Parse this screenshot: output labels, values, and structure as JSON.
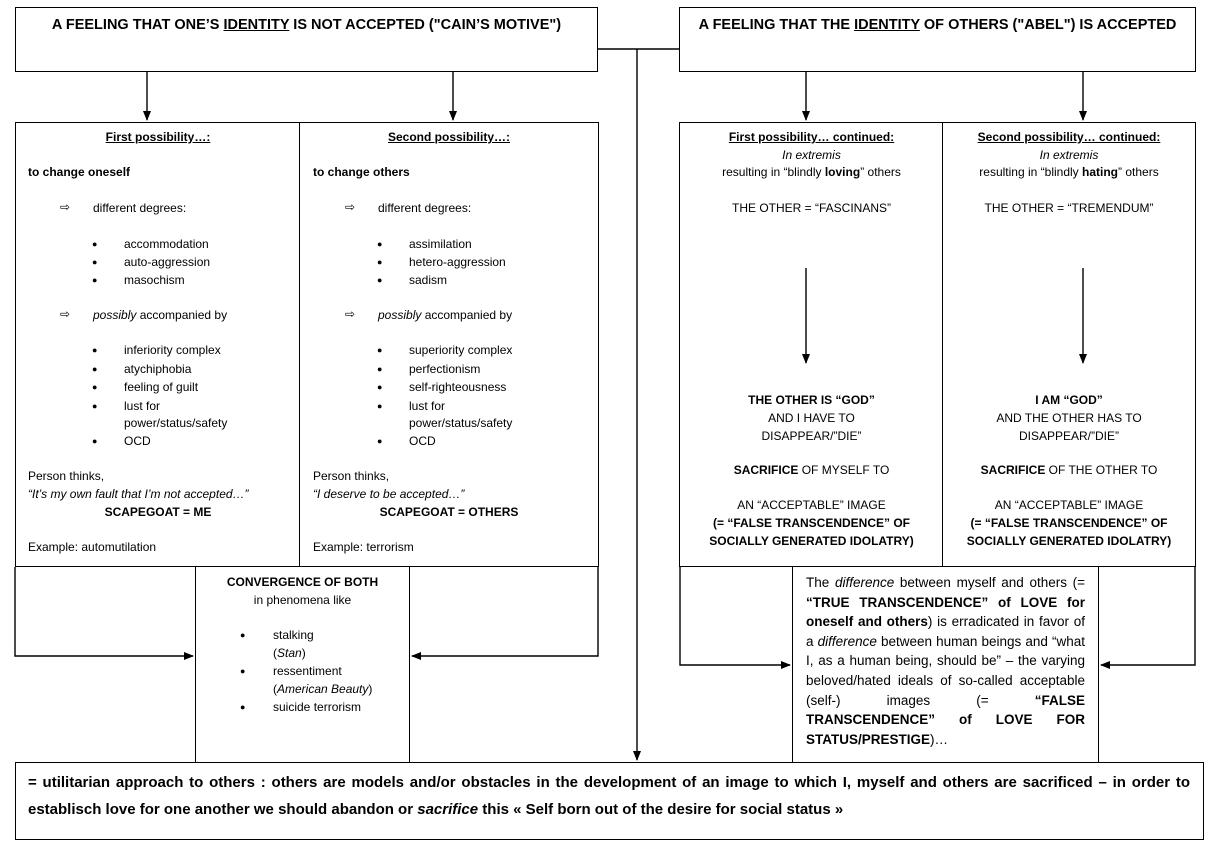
{
  "header_left": {
    "pre": "A FEELING THAT ONE’S ",
    "key": "IDENTITY",
    "post": " IS NOT ACCEPTED (\"CAIN’S MOTIVE\")"
  },
  "header_right": {
    "pre": "A FEELING THAT THE ",
    "key": "IDENTITY",
    "post": " OF OTHERS (\"ABEL\") IS ACCEPTED"
  },
  "first": {
    "heading": "First possibility…:",
    "goal": "to change oneself",
    "degrees_label": "different degrees:",
    "degrees": [
      "accommodation",
      "auto-aggression",
      "masochism"
    ],
    "acc_italic": "possibly",
    "acc_rest": " accompanied by",
    "accompanied": [
      "inferiority complex",
      "atychiphobia",
      "feeling of guilt",
      "lust for",
      "power/status/safety",
      "OCD"
    ],
    "thinks": "Person thinks,",
    "quote": "“It’s my own fault that I’m not accepted…”",
    "scapegoat": "SCAPEGOAT = ME",
    "example": "Example: automutilation"
  },
  "second": {
    "heading": "Second possibility…:",
    "goal": "to change others",
    "degrees_label": "different degrees:",
    "degrees": [
      "assimilation",
      "hetero-aggression",
      "sadism"
    ],
    "acc_italic": "possibly",
    "acc_rest": " accompanied by",
    "accompanied": [
      "superiority complex",
      "perfectionism",
      "self-righteousness",
      "lust for",
      "power/status/safety",
      "OCD"
    ],
    "thinks": "Person thinks,",
    "quote": "“I deserve to be accepted…”",
    "scapegoat": "SCAPEGOAT = OTHERS",
    "example": "Example: terrorism"
  },
  "first_cont": {
    "heading": "First possibility… continued:",
    "extremis": "In extremis",
    "res_pre": "resulting in “blindly ",
    "res_key": "loving",
    "res_post": "” others",
    "other": "THE OTHER = “FASCINANS”",
    "l1": "THE OTHER IS “GOD”",
    "l2": "AND I HAVE TO",
    "l3": "DISAPPEAR/”DIE”",
    "sac_key": "SACRIFICE",
    "sac_rest": " OF MYSELF TO",
    "img": "AN “ACCEPTABLE” IMAGE",
    "ft1": "(= “FALSE TRANSCENDENCE” OF",
    "ft2": "SOCIALLY GENERATED IDOLATRY)"
  },
  "second_cont": {
    "heading": "Second possibility… continued:",
    "extremis": "In extremis",
    "res_pre": "resulting in “blindly ",
    "res_key": "hating",
    "res_post": "” others",
    "other": "THE OTHER = “TREMENDUM”",
    "l1": "I AM “GOD”",
    "l2": "AND THE OTHER HAS TO",
    "l3": "DISAPPEAR/”DIE”",
    "sac_key": "SACRIFICE",
    "sac_rest": " OF THE OTHER TO",
    "img": "AN “ACCEPTABLE” IMAGE",
    "ft1": "(= “FALSE TRANSCENDENCE” OF",
    "ft2": "SOCIALLY GENERATED IDOLATRY)"
  },
  "convergence": {
    "title": "CONVERGENCE OF BOTH",
    "sub": "in phenomena like",
    "items": [
      {
        "main": "stalking",
        "paren_pre": "(",
        "paren_it": "Stan",
        "paren_post": ")"
      },
      {
        "main": "ressentiment",
        "paren_pre": "(",
        "paren_it": "American Beauty",
        "paren_post": ")"
      },
      {
        "main": "suicide terrorism"
      }
    ]
  },
  "difference": {
    "s1": "The ",
    "s2": "difference",
    "s3": " between myself and others (= ",
    "s4": "“TRUE TRANSCENDENCE” of LOVE for oneself and others",
    "s5": ") is erradicated in favor of a ",
    "s6": "difference",
    "s7": " between human beings and “what I, as a human being, should be” – the varying beloved/hated ideals of so-called acceptable (self-) images (= ",
    "s8": "“FALSE TRANSCENDENCE” of LOVE FOR STATUS/PRESTIGE",
    "s9": ")…"
  },
  "bottom": {
    "p1": "= utilitarian approach to others : others are models and/or obstacles in the development of an image to which I, myself and others are sacrificed – in order to establisch love for one another we should abandon or ",
    "p2": "sacrifice",
    "p3": " this « Self born out of the desire for social status »"
  }
}
